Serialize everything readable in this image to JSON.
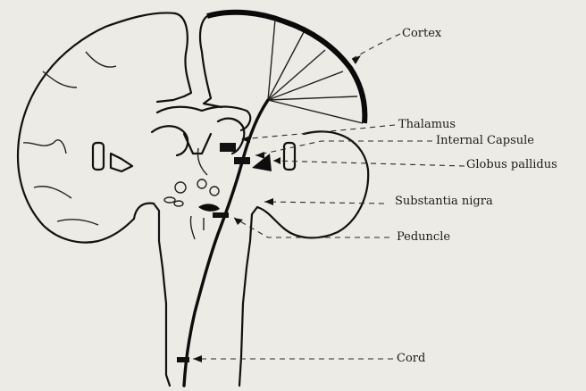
{
  "labels": {
    "cortex": "Cortex",
    "thalamus": "Thalamus",
    "internal_capsule": "Internal Capsule",
    "globus_pallidus": "Globus pallidus",
    "substantia_nigra": "Substantia nigra",
    "peduncle": "Peduncle",
    "cord": "Cord"
  },
  "colors": {
    "background": "#ecebe5",
    "ink": "#111111"
  }
}
